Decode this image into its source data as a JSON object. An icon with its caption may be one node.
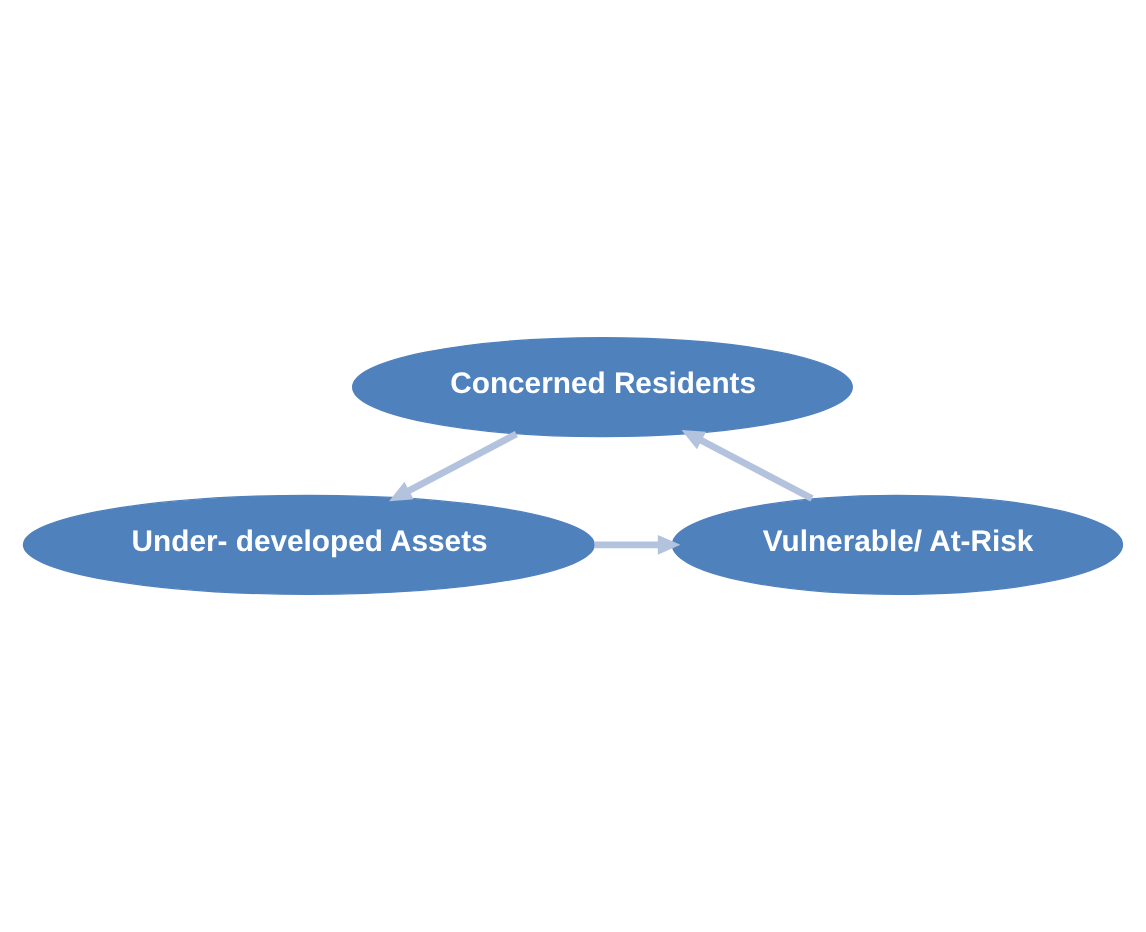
{
  "diagram": {
    "nodes": [
      {
        "text": [
          "Concerned Residents"
        ]
      },
      {
        "text": [
          "Under- developed Assets"
        ]
      },
      {
        "text": [
          "Vulnerable/ At-Risk"
        ]
      }
    ],
    "edges": [
      {
        "from": 0,
        "to": 1,
        "arrow": "to"
      },
      {
        "from": 1,
        "to": 2,
        "arrow": "to"
      },
      {
        "from": 2,
        "to": 0,
        "arrow": "to"
      }
    ]
  }
}
